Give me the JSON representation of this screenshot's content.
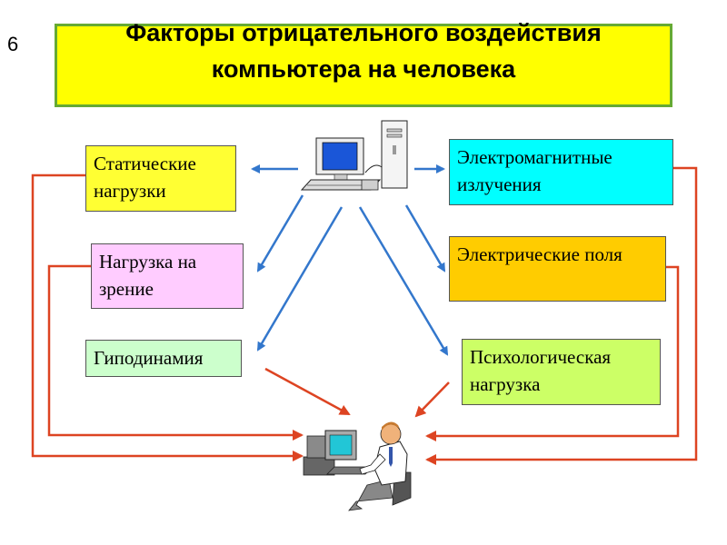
{
  "slide_number": "6",
  "title": "Факторы отрицательного воздействия компьютера на человека",
  "factors": {
    "static": "Статические нагрузки",
    "vision": "Нагрузка на зрение",
    "hypodynamia": "Гиподинамия",
    "electromagnetic": "Электромагнитные излучения",
    "electric_fields": "Электрические поля",
    "psychological": "Психологическая нагрузка"
  },
  "colors": {
    "title_bg": "#ffff00",
    "title_border": "#66aa33",
    "static_bg": "#ffff33",
    "vision_bg": "#ffccff",
    "hypodynamia_bg": "#ccffcc",
    "electromagnetic_bg": "#00ffff",
    "electric_fields_bg": "#ffcc00",
    "psychological_bg": "#ccff66",
    "blue_arrows": "#3377cc",
    "red_arrows": "#dd4422"
  },
  "icons": {
    "source": "desktop-computer-icon",
    "target": "person-at-computer-icon"
  }
}
